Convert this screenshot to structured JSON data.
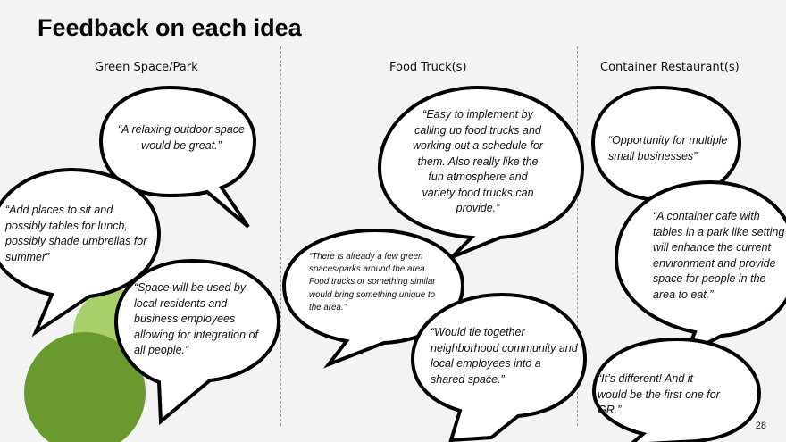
{
  "title": "Feedback on each idea",
  "columns": [
    "Green Space/Park",
    "Food Truck(s)",
    "Container Restaurant(s)"
  ],
  "quotes": {
    "relaxing": "“A relaxing outdoor space would be great.”",
    "places_to_sit": "“Add places to sit and possibly tables for lunch, possibly shade umbrellas for summer”",
    "used_by_residents": "“Space will be used by local residents and business employees allowing for integration of all people.”",
    "easy_to_implement": "“Easy to implement by calling up food trucks and working out a schedule for them. Also really like the fun atmosphere and variety food trucks can provide.”",
    "already_green": "“There is already a few green spaces/parks around the area. Food trucks or something similar would bring something unique to the area.”",
    "tie_together": "“Would tie together neighborhood community and local employees into a shared space.”",
    "multiple_businesses": "“Opportunity for multiple small businesses”",
    "container_cafe": "“A container cafe with tables in a park like setting will enhance the current environment and provide space for people in the area to eat.”",
    "different": "“It’s different! And it would be the first one for GR.”"
  },
  "page_number": "28",
  "colors": {
    "bubble_fill": "#ffffff",
    "bubble_stroke": "#000000",
    "circle_light": "#a9d06b",
    "circle_mid": "#8ec04a",
    "circle_dark": "#6a9a2e",
    "background": "#f3f3f3"
  }
}
